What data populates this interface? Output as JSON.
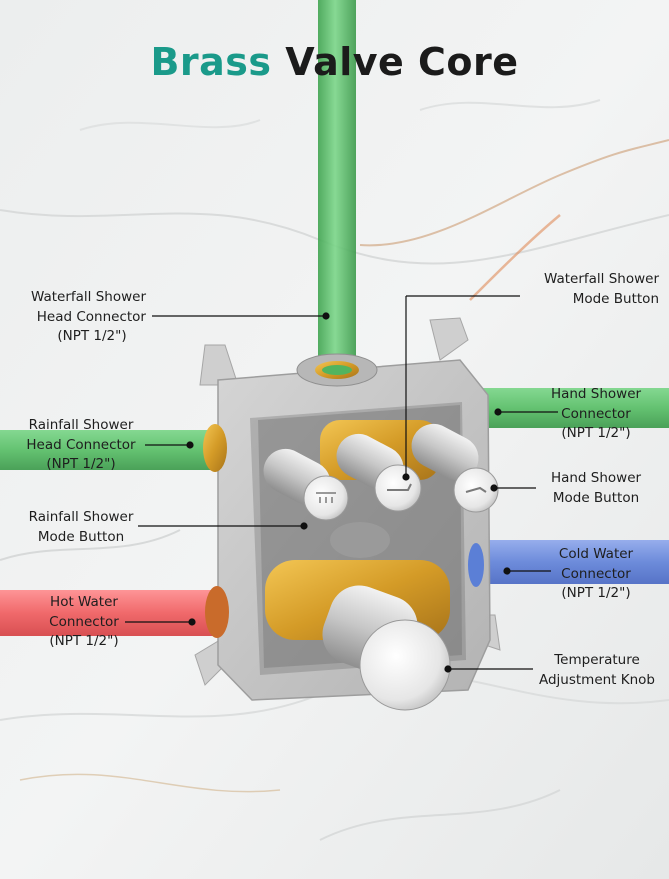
{
  "title": {
    "part1": "Brass",
    "part2": "Valve Core"
  },
  "colors": {
    "title_accent": "#1a9a8a",
    "title_dark": "#1b1b1b",
    "pipe_green": "#5cc36a",
    "pipe_red": "#f0575a",
    "pipe_blue": "#5b7fd6",
    "brass": "#d9a531"
  },
  "labels": {
    "waterfall_head": [
      "Waterfall Shower",
      "Head Connector",
      "(NPT 1/2\")"
    ],
    "waterfall_mode": [
      "Waterfall Shower",
      "Mode Button"
    ],
    "rainfall_head": [
      "Rainfall Shower",
      "Head Connector",
      "(NPT 1/2\")"
    ],
    "hand_connector": [
      "Hand Shower",
      "Connector",
      "(NPT 1/2\")"
    ],
    "hand_mode": [
      "Hand Shower",
      "Mode Button"
    ],
    "rainfall_mode": [
      "Rainfall Shower",
      "Mode Button"
    ],
    "cold_water": [
      "Cold Water",
      "Connector",
      "(NPT 1/2\")"
    ],
    "hot_water": [
      "Hot Water",
      "Connector",
      "(NPT 1/2\")"
    ],
    "temperature": [
      "Temperature",
      "Adjustment Knob"
    ]
  }
}
